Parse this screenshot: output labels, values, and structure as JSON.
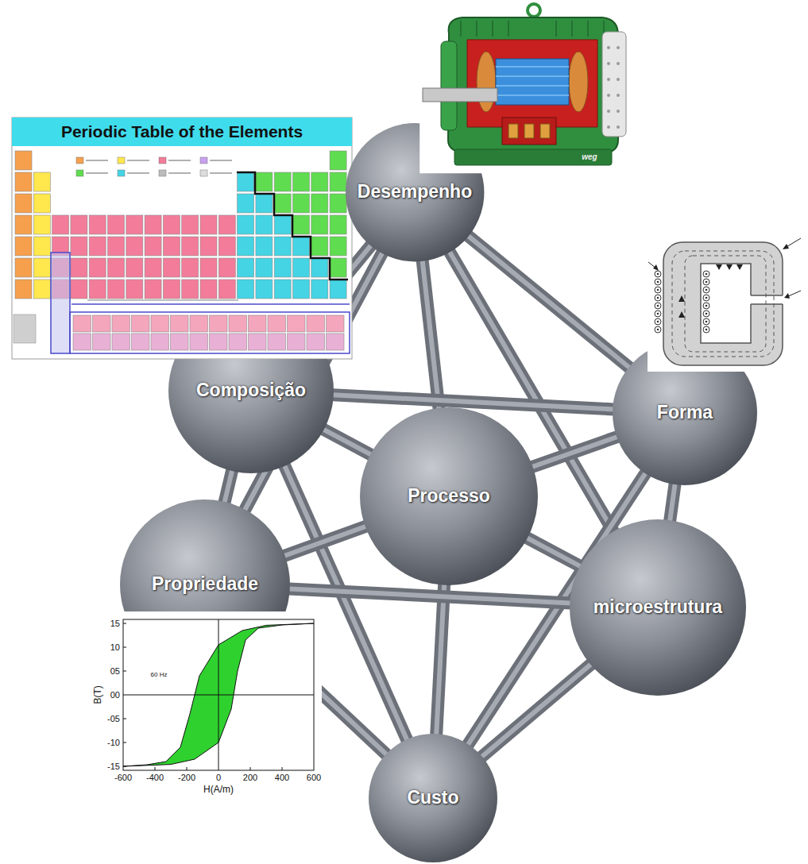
{
  "diagram": {
    "nodes": [
      {
        "text": [
          "Desempenho"
        ]
      },
      {
        "text": [
          "Composição"
        ]
      },
      {
        "text": [
          "Forma"
        ]
      },
      {
        "text": [
          "Processo"
        ]
      },
      {
        "text": [
          "Propriedade"
        ]
      },
      {
        "text": [
          "microestrutura"
        ]
      },
      {
        "text": [
          "Custo"
        ]
      }
    ],
    "edges": [
      {
        "from": 0,
        "to": 1,
        "arrow": "none"
      },
      {
        "from": 0,
        "to": 2,
        "arrow": "none"
      },
      {
        "from": 0,
        "to": 3,
        "arrow": "none"
      },
      {
        "from": 0,
        "to": 4,
        "arrow": "none"
      },
      {
        "from": 0,
        "to": 5,
        "arrow": "none"
      },
      {
        "from": 1,
        "to": 2,
        "arrow": "none"
      },
      {
        "from": 1,
        "to": 3,
        "arrow": "none"
      },
      {
        "from": 1,
        "to": 4,
        "arrow": "none"
      },
      {
        "from": 1,
        "to": 6,
        "arrow": "none"
      },
      {
        "from": 2,
        "to": 3,
        "arrow": "none"
      },
      {
        "from": 2,
        "to": 5,
        "arrow": "none"
      },
      {
        "from": 2,
        "to": 6,
        "arrow": "none"
      },
      {
        "from": 3,
        "to": 4,
        "arrow": "none"
      },
      {
        "from": 3,
        "to": 5,
        "arrow": "none"
      },
      {
        "from": 3,
        "to": 6,
        "arrow": "none"
      },
      {
        "from": 4,
        "to": 5,
        "arrow": "none"
      },
      {
        "from": 4,
        "to": 6,
        "arrow": "none"
      },
      {
        "from": 5,
        "to": 6,
        "arrow": "none"
      }
    ],
    "labels": [
      "Periodic Table of the Elements",
      "weg",
      "15",
      "10",
      "05",
      "00",
      "-05",
      "-10",
      "-15",
      "-600",
      "-400",
      "-200",
      "0",
      "200",
      "400",
      "600",
      "B(T)",
      "H(A/m)",
      "60 Hz"
    ]
  }
}
